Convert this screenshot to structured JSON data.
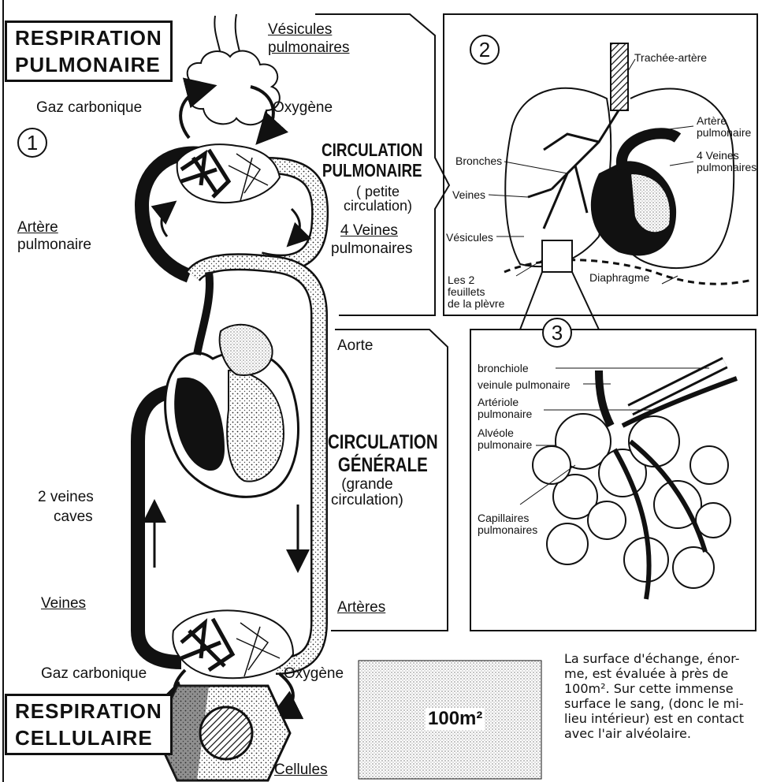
{
  "titles": {
    "respiration_pulmonaire": [
      "RESPIRATION",
      "PULMONAIRE"
    ],
    "respiration_cellulaire": [
      "RESPIRATION",
      "CELLULAIRE"
    ]
  },
  "numbers": {
    "one": "1",
    "two": "2",
    "three": "3"
  },
  "left": {
    "gaz_carbonique_top": "Gaz carbonique",
    "artere": "Artère",
    "pulmonaire": "pulmonaire",
    "veines_caves_1": "2 veines",
    "veines_caves_2": "caves",
    "veines": "Veines",
    "gaz_carbonique_bottom": "Gaz carbonique"
  },
  "center": {
    "vesicules_1": "Vésicules",
    "vesicules_2": "pulmonaires",
    "oxygene_top": "Oxygène",
    "circ_pulm_1": "CIRCULATION",
    "circ_pulm_2": "PULMONAIRE",
    "petite_1": "( petite",
    "petite_2": "circulation)",
    "quatre_veines_1": "4 Veines",
    "quatre_veines_2": "pulmonaires",
    "aorte": "Aorte",
    "circ_gen_1": "CIRCULATION",
    "circ_gen_2": "GÉNÉRALE",
    "grande_1": "(grande",
    "grande_2": "circulation)",
    "arteres": "Artères",
    "oxygene_bottom": "Oxygène",
    "cellules": "Cellules",
    "surface": "100m²"
  },
  "panel2": {
    "trachee": "Trachée-artère",
    "artere_pulm_1": "Artère",
    "artere_pulm_2": "pulmonaire",
    "quatre_veines_1": "4 Veines",
    "quatre_veines_2": "pulmonaires",
    "bronches": "Bronches",
    "veines": "Veines",
    "vesicules": "Vésicules",
    "plevre_1": "Les 2",
    "plevre_2": "feuillets",
    "plevre_3": "de la plèvre",
    "diaphragme": "Diaphragme"
  },
  "panel3": {
    "bronchiole": "bronchiole",
    "veinule": "veinule pulmonaire",
    "arteriole_1": "Artériole",
    "arteriole_2": "pulmonaire",
    "alveole_1": "Alvéole",
    "alveole_2": "pulmonaire",
    "capillaires_1": "Capillaires",
    "capillaires_2": "pulmonaires"
  },
  "note": {
    "lines": [
      "La surface d'échange, énor-",
      "me, est évaluée à près de",
      "100m². Sur cette immense",
      "surface le sang, (donc le mi-",
      "lieu intérieur) est en contact",
      "avec l'air alvéolaire."
    ]
  }
}
